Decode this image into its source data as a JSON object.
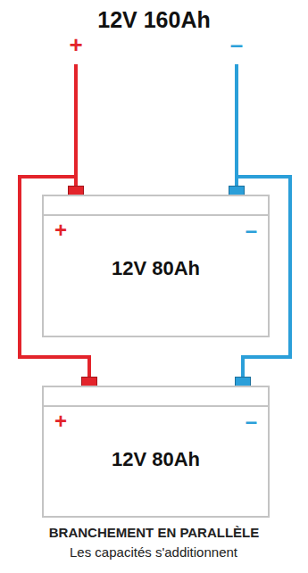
{
  "diagram": {
    "title": "12V 160Ah",
    "caption": "BRANCHEMENT EN PARALLÈLE",
    "nodes": [
      {
        "text": [
          "+",
          "12V 80Ah",
          "–"
        ]
      },
      {
        "text": [
          "+",
          "12V 80Ah",
          "–"
        ]
      }
    ],
    "edges": [
      {
        "from": 0,
        "to": 1,
        "arrow": "none"
      },
      {
        "from": 0,
        "to": 1,
        "arrow": "none"
      }
    ],
    "labels": [
      "+",
      "–",
      "Les capacités s'additionnent"
    ]
  }
}
